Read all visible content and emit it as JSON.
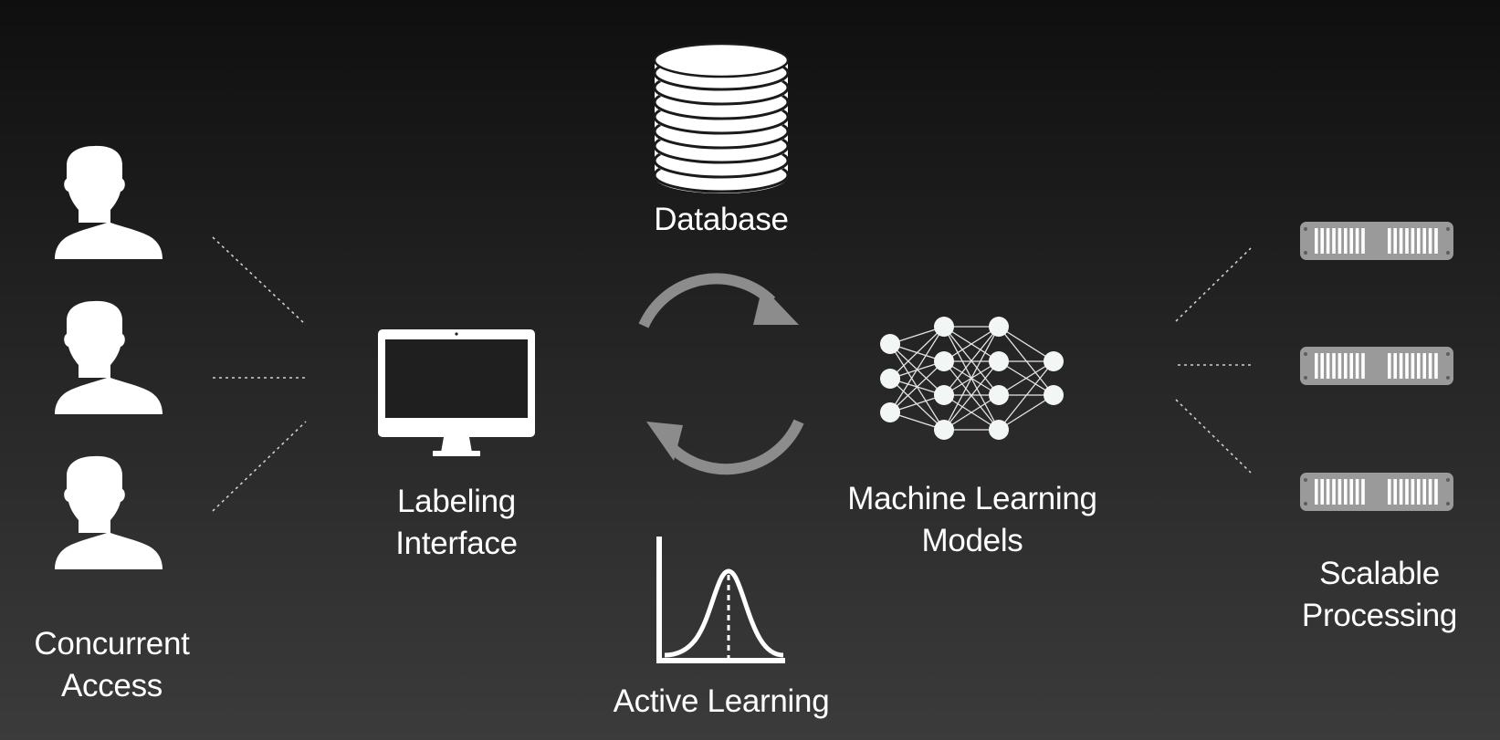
{
  "diagram": {
    "nodes": {
      "users": {
        "label_lines": [
          "Concurrent",
          "Access"
        ],
        "icon": "user-icon",
        "count": 3
      },
      "interface": {
        "label_lines": [
          "Labeling",
          "Interface"
        ],
        "icon": "monitor-icon"
      },
      "database": {
        "label": "Database",
        "icon": "database-icon"
      },
      "active_learning": {
        "label": "Active Learning",
        "icon": "distribution-chart-icon"
      },
      "models": {
        "label_lines": [
          "Machine Learning",
          "Models"
        ],
        "icon": "neural-network-icon"
      },
      "processing": {
        "label_lines": [
          "Scalable",
          "Processing"
        ],
        "icon": "server-icon",
        "count": 3
      }
    },
    "colors": {
      "foreground": "#ffffff",
      "arrow": "#8c8c8c",
      "server_body": "#9a9a9a",
      "connector": "#cfcfcf",
      "background_top": "#0f0f0f",
      "background_bottom": "#3b3b3b"
    }
  }
}
